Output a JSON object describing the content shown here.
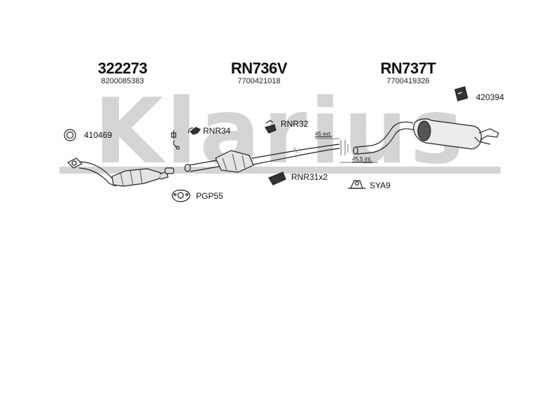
{
  "watermark": {
    "text": "Klarius",
    "color": "#d2d2d2"
  },
  "headers": [
    {
      "code": "322273",
      "oem": "8200085383"
    },
    {
      "code": "RN736V",
      "oem": "7700421018"
    },
    {
      "code": "RN737T",
      "oem": "7700419326"
    }
  ],
  "labels": {
    "gasket_ring": "410469",
    "clamp_small": "RNR34",
    "gasket_flange": "PGP55",
    "bracket_a": "RNR32",
    "mount_pair": "RNR31x2",
    "clamp_sya": "SYA9",
    "hanger_rear": "420394",
    "dim_ext": "45 ext.",
    "dim_int": "45.5 int."
  },
  "colors": {
    "line": "#222222",
    "fill_light": "#e6e6e6",
    "fill_dark": "#444444"
  }
}
